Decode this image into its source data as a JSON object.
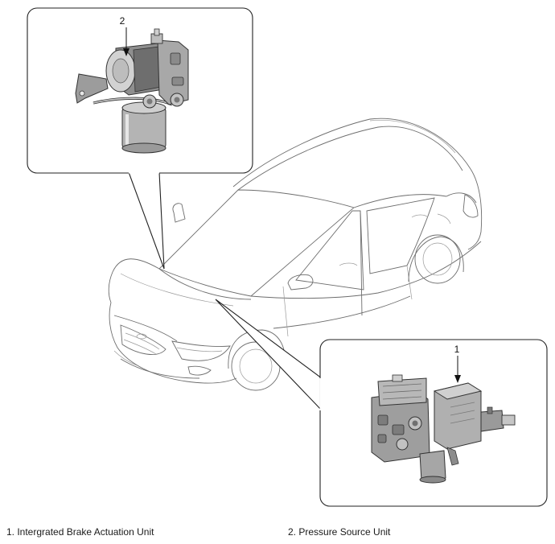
{
  "figure": {
    "callouts": {
      "pressure_source": "2",
      "brake_actuation": "1"
    },
    "legend": [
      {
        "number": "1",
        "text": "1. Intergrated Brake Actuation Unit"
      },
      {
        "number": "2",
        "text": "2. Pressure Source Unit"
      }
    ]
  }
}
